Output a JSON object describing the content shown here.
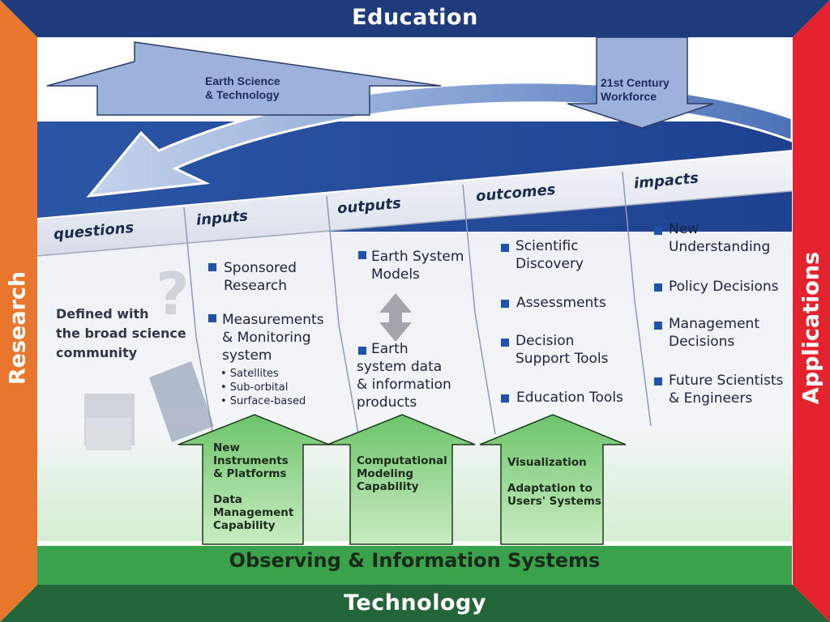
{
  "frame": {
    "top": "Education",
    "bottom": "Technology",
    "left": "Research",
    "right": "Applications"
  },
  "top_arrows": {
    "left": "Earth Science\n& Technology",
    "right": "21st Century\nWorkforce"
  },
  "stages": [
    "questions",
    "inputs",
    "outputs",
    "outcomes",
    "impacts"
  ],
  "questions": {
    "text": "Defined with\nthe broad science\ncommunity",
    "glyph": "?"
  },
  "inputs": {
    "items": [
      "Sponsored\nResearch",
      "Measurements\n& Monitoring\nsystem"
    ],
    "sub_items": [
      "• Satellites",
      "• Sub-orbital",
      "• Surface-based"
    ]
  },
  "outputs": {
    "items": [
      "Earth System\nModels",
      "Earth\nsystem data\n& information\nproducts"
    ]
  },
  "outcomes": {
    "items": [
      "Scientific\nDiscovery",
      "Assessments",
      "Decision\nSupport Tools",
      "Education Tools"
    ]
  },
  "impacts": {
    "items": [
      "New\nUnderstanding",
      "Policy Decisions",
      "Management\nDecisions",
      "Future Scientists\n& Engineers"
    ]
  },
  "capabilities": [
    "New\nInstruments\n& Platforms\n\nData\nManagement\nCapability",
    "Computational\nModeling\nCapability",
    "Visualization\n\nAdaptation to\nUsers' Systems"
  ],
  "foundation": "Observing & Information Systems",
  "colors": {
    "education": "#1e3c7c",
    "technology": "#23663a",
    "research": "#e8772d",
    "applications": "#e5232e",
    "foundation": "#3aa24a",
    "bullet": "#1f52a8"
  }
}
